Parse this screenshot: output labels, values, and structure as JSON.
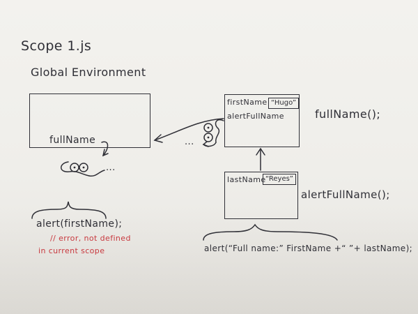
{
  "title": "Scope 1.js",
  "global": {
    "heading": "Global Environment",
    "var": "fullName",
    "ellipsis": "...",
    "code": "alert(firstName);",
    "error_line1": "// error, not defined",
    "error_line2": "in current scope"
  },
  "fullname_scope": {
    "var1": "firstName",
    "var1_value": "“Hugo”",
    "var2": "alertFullName",
    "call_label": "fullName();",
    "ellipsis": "..."
  },
  "alert_scope": {
    "var1": "lastName",
    "var1_value": "“Reyes”",
    "call_label": "alertFullName();",
    "code": "alert(“Full name:” FirstName +“ ”+ lastName);"
  },
  "colors": {
    "ink": "#2f2f36",
    "error_red": "#c8383e",
    "paper": "#f0efea"
  }
}
